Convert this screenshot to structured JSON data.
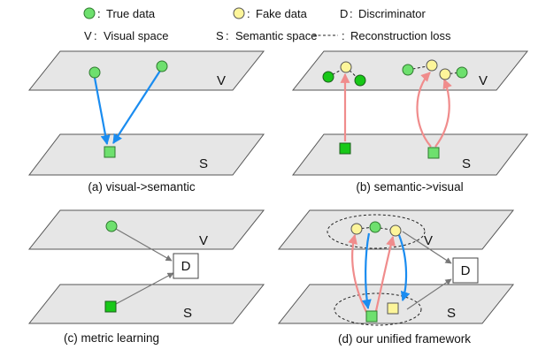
{
  "legend": {
    "true_data": "True data",
    "fake_data": "Fake data",
    "d_key": "D",
    "discriminator": "Discriminator",
    "v_key": "V",
    "visual_space": "Visual space",
    "s_key": "S",
    "semantic_space": "Semantic space",
    "dash_symbol": "- - -",
    "reconstruction_loss": "Reconstruction loss"
  },
  "planes": {
    "visual": "V",
    "semantic": "S"
  },
  "discriminator_label": "D",
  "panels": [
    {
      "caption": "(a) visual->semantic"
    },
    {
      "caption": "(b) semantic->visual"
    },
    {
      "caption": "(c) metric learning"
    },
    {
      "caption": "(d) our unified framework"
    }
  ],
  "colors": {
    "true_data": "#6ee06e",
    "fake_data": "#fdf59a",
    "blue_arrow": "#1a8cf0",
    "red_arrow": "#f08c8c",
    "plane_fill": "#e6e6e6"
  }
}
